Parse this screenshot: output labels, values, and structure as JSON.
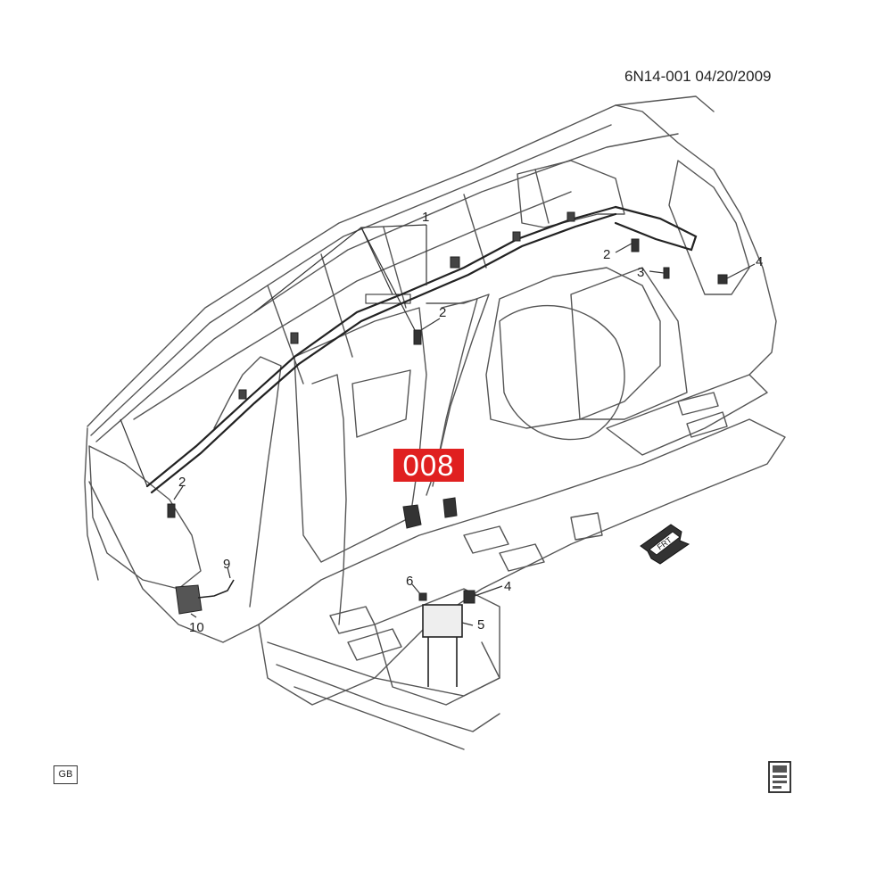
{
  "document": {
    "id_date": "6N14-001  04/20/2009"
  },
  "badge": {
    "label": "008",
    "color": "#e02020"
  },
  "arrow": {
    "label": "FRT",
    "icon": "forward-arrow-icon"
  },
  "footer": {
    "region_code": "GB",
    "manual_icon": "service-manual-icon"
  },
  "callouts": {
    "c1": "1",
    "c2a": "2",
    "c2b": "2",
    "c2c": "2",
    "c3": "3",
    "c4a": "4",
    "c4b": "4",
    "c5": "5",
    "c6": "6",
    "c9": "9",
    "c10": "10"
  }
}
